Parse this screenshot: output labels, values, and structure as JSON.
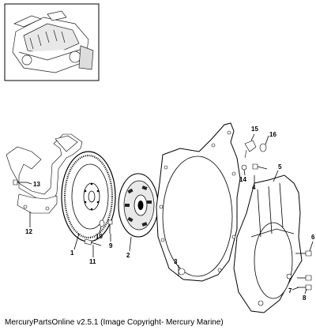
{
  "diagram": {
    "callouts": [
      "1",
      "2",
      "3",
      "4",
      "5",
      "6",
      "7",
      "8",
      "9",
      "10",
      "11",
      "12",
      "13",
      "14",
      "15",
      "16"
    ]
  },
  "footer": {
    "copyright": "MercuryPartsOnline v2.5.1 (Image Copyright- Mercury Marine)"
  }
}
